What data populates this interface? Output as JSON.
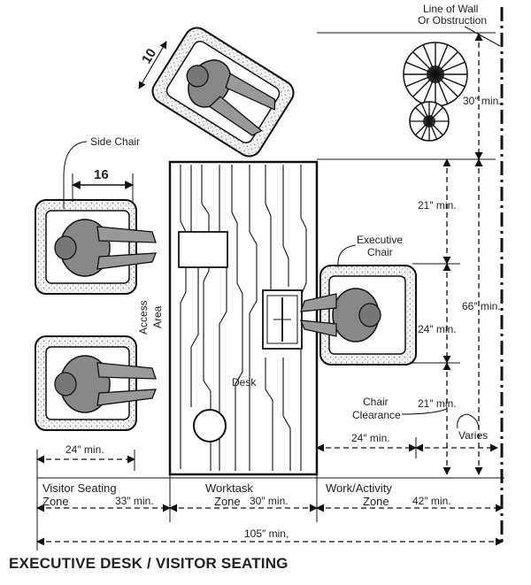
{
  "title": "EXECUTIVE DESK / VISITOR SEATING",
  "labels": {
    "wall": "Line of Wall",
    "wall2": "Or Obstruction",
    "side_chair": "Side Chair",
    "exec_chair": "Executive",
    "exec_chair2": "Chair",
    "access": "Access",
    "access2": "Area",
    "desk": "Desk",
    "chair_clear": "Chair",
    "chair_clear2": "Clearance",
    "varies": "Varies"
  },
  "dimensions": {
    "d10": "10",
    "d16": "16",
    "d30_top": "30″ min.",
    "d21_a": "21″ min.",
    "d66": "66″ min.",
    "d24_side": "24″ min.",
    "d21_b": "21″ min.",
    "d24_right": "24″ min.",
    "d24_left": "24″ min.",
    "d33": "33″ min.",
    "d30": "30″ min.",
    "d42": "42″ min.",
    "d105": "105″ min,"
  },
  "zones": {
    "visitor": "Visitor Seating",
    "visitor2": "Zone",
    "worktask": "Worktask",
    "worktask2": "Zone",
    "work": "Work/Activity",
    "work2": "Zone"
  }
}
